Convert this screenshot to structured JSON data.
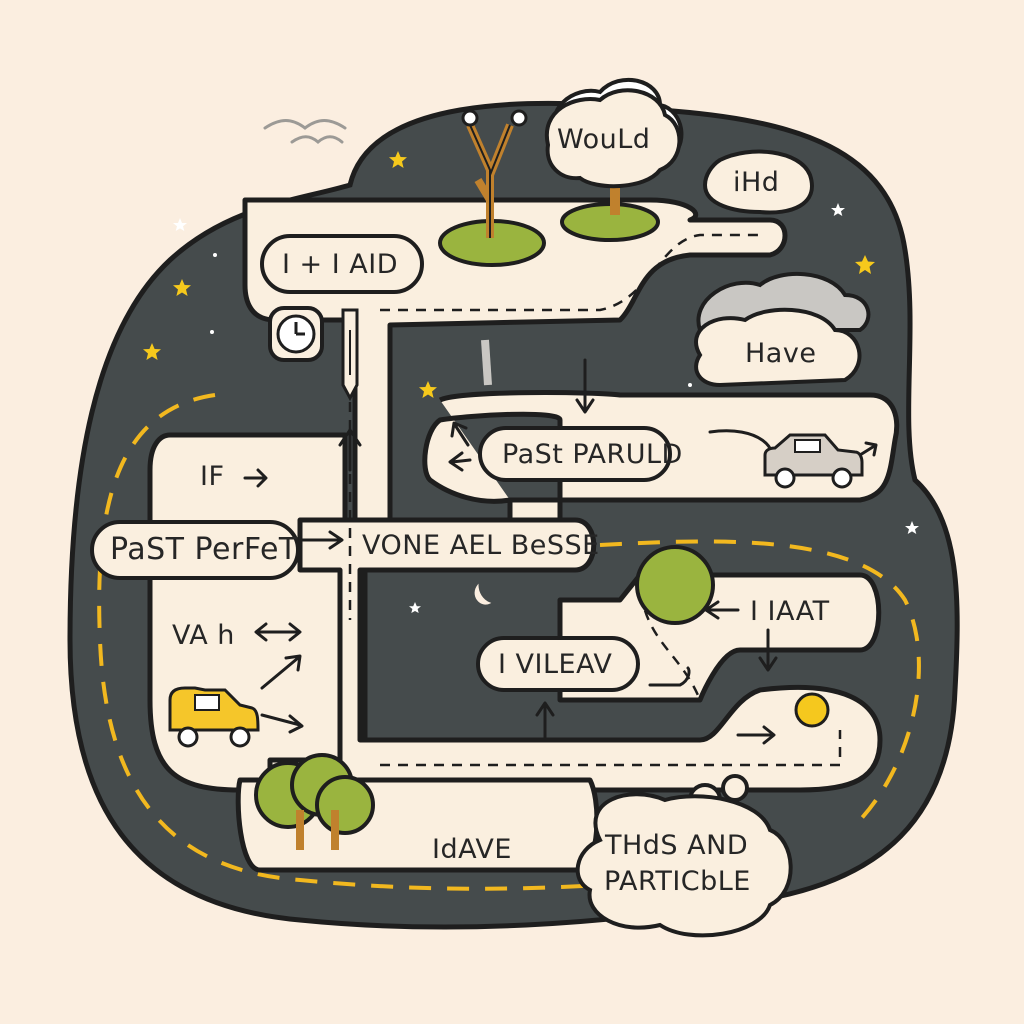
{
  "labels": {
    "would": "WouLd",
    "ihd": "iHd",
    "i_aid": "I + I AID",
    "have": "Have",
    "past_paruld": "PaSt PARULD",
    "if": "IF",
    "past_perfet": "PaST PerFeT",
    "vone_ael_besse": "VONE AEL BeSSE",
    "vah": "VA h",
    "i_iaat": "I IAAT",
    "i_vileav": "I VILEAV",
    "idave": "IdAVE",
    "thds_and": "THdS AND",
    "particble": "PARTICbLE"
  },
  "colors": {
    "background": "#fbeee0",
    "road": "#454b4c",
    "path": "#faefdf",
    "outline": "#1e1e1e",
    "dash_yellow": "#f2b81f",
    "star_yellow": "#f6c91c",
    "tree_green": "#9ab43f",
    "trunk_brown": "#c0812d",
    "car_yellow": "#f5c62a",
    "car_grey": "#d6cfc6",
    "sun_yellow": "#f5c81e"
  }
}
